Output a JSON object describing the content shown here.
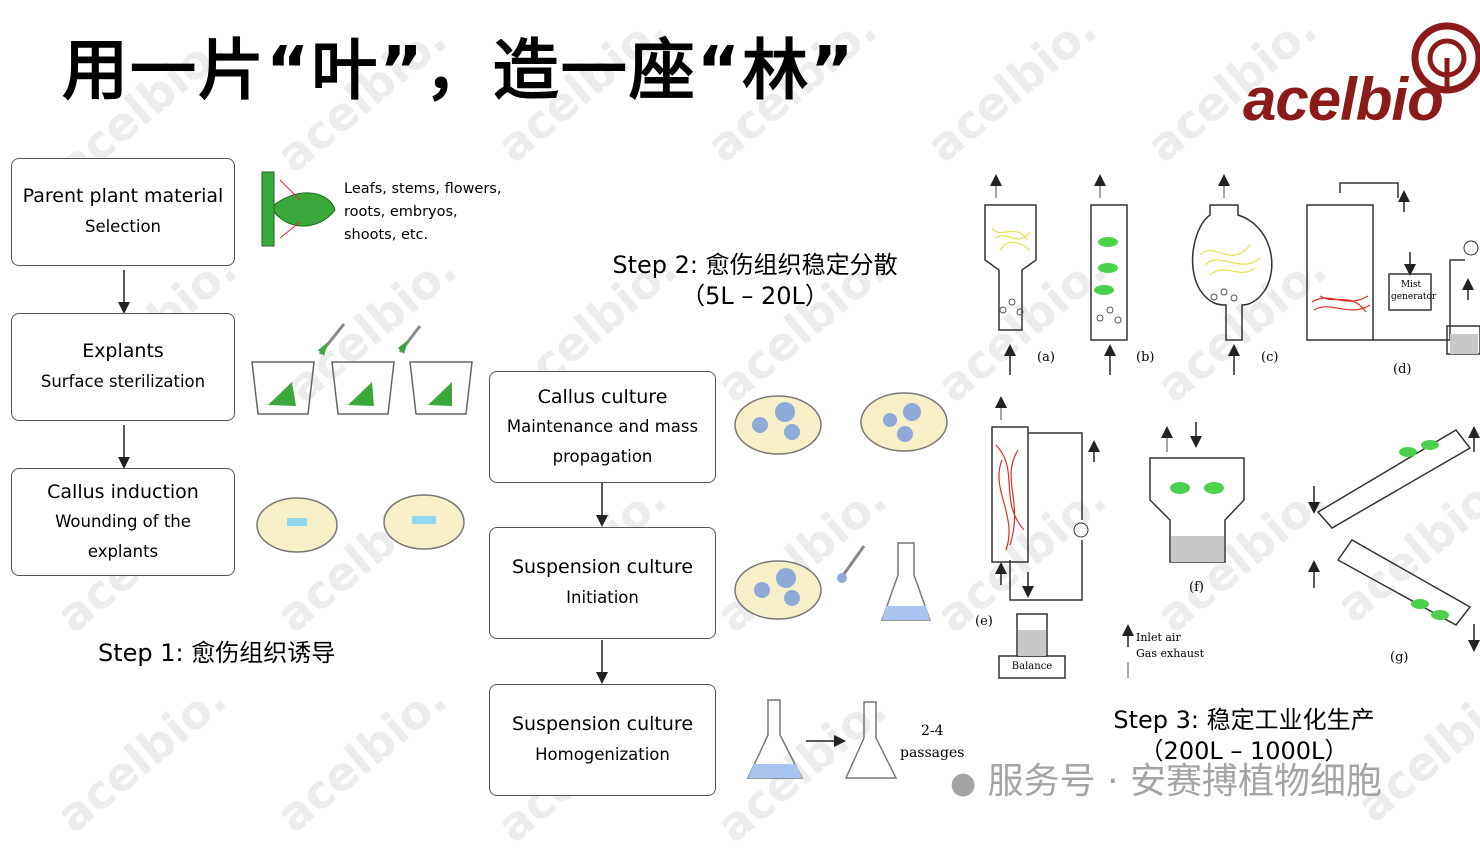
{
  "title": "用一片“叶”，造一座“林”",
  "logo": {
    "text": "acelbio",
    "color": "#8b1a1a"
  },
  "watermark": "acelbio.",
  "step1": {
    "label": "Step 1: 愈伤组织诱导",
    "boxes": [
      {
        "line1": "Parent plant material",
        "line2": "Selection"
      },
      {
        "line1": "Explants",
        "line2": "Surface sterilization"
      },
      {
        "line1": "Callus induction",
        "line2": "Wounding of the explants"
      }
    ],
    "leaf_note": [
      "Leafs, stems, flowers,",
      "roots, embryos,",
      "shoots, etc."
    ]
  },
  "step2": {
    "label_line1": "Step 2: 愈伤组织稳定分散",
    "label_line2": "（5L – 20L）",
    "boxes": [
      {
        "line1": "Callus culture",
        "line2": "Maintenance and mass propagation"
      },
      {
        "line1": "Suspension culture",
        "line2": "Initiation"
      },
      {
        "line1": "Suspension culture",
        "line2": "Homogenization"
      }
    ],
    "passages_note": [
      "2-4",
      "passages"
    ]
  },
  "step3": {
    "label_line1": "Step 3: 稳定工业化生产",
    "label_line2": "（200L – 1000L）",
    "panels": [
      "(a)",
      "(b)",
      "(c)",
      "(d)",
      "(e)",
      "(f)",
      "(g)"
    ],
    "mist_generator": [
      "Mist",
      "generator"
    ],
    "balance": "Balance",
    "legend": [
      "Inlet air",
      "Gas exhaust"
    ]
  },
  "footer": "服务号 · 安赛搏植物细胞",
  "colors": {
    "leaf": "#3aa83a",
    "callus": "#8fa9d8",
    "dish": "#f6efc8",
    "root": "#d93025",
    "green_blob": "#4cd14c"
  }
}
